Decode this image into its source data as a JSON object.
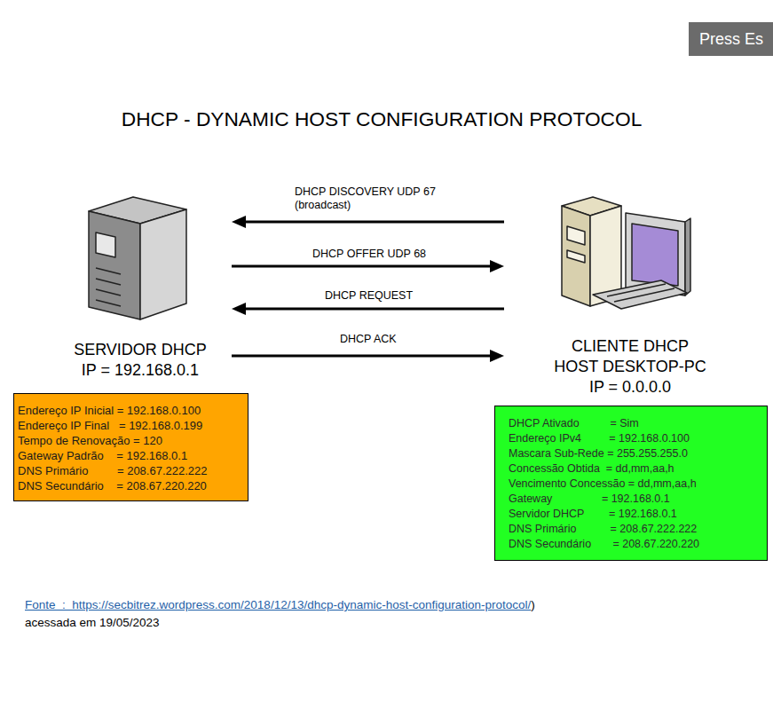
{
  "diagram": {
    "title": "DHCP - DYNAMIC HOST CONFIGURATION PROTOCOL",
    "nodes": [
      {
        "text": [
          "Press Es"
        ]
      },
      {
        "text": [
          "SERVIDOR DHCP",
          "IP = 192.168.0.1"
        ]
      },
      {
        "text": [
          "CLIENTE DHCP",
          "HOST DESKTOP-PC",
          "IP = 0.0.0.0"
        ]
      },
      {
        "text": [
          "Endereço IP Inicial = 192.168.0.100",
          "Endereço IP Final   = 192.168.0.199",
          "Tempo de Renovação = 120",
          "Gateway Padrão    = 192.168.0.1",
          "DNS Primário         = 208.67.222.222",
          "DNS Secundário    = 208.67.220.220"
        ]
      },
      {
        "text": [
          "DHCP Ativado          = Sim",
          "Endereço IPv4         = 192.168.0.100",
          "Mascara Sub-Rede = 255.255.255.0",
          "Concessão Obtida  = dd,mm,aa,h",
          "Vencimento Concessão = dd,mm,aa,h",
          "Gateway                = 192.168.0.1",
          "Servidor DHCP        = 192.168.0.1",
          "DNS Primário           = 208.67.222.222",
          "DNS Secundário       = 208.67.220.220"
        ]
      }
    ],
    "edges": [
      {
        "from": 2,
        "to": 1,
        "arrow": "to",
        "label": "DHCP DISCOVERY UDP 67 (broadcast)"
      },
      {
        "from": 1,
        "to": 2,
        "arrow": "to",
        "label": "DHCP OFFER UDP 68"
      },
      {
        "from": 2,
        "to": 1,
        "arrow": "to",
        "label": "DHCP REQUEST"
      },
      {
        "from": 1,
        "to": 2,
        "arrow": "to",
        "label": "DHCP ACK"
      }
    ],
    "labels": [
      "Fonte  :  https://secbitrez.wordpress.com/2018/12/13/dhcp-dynamic-host-configuration-protocol/",
      ") acessada em 19/05/2023"
    ]
  }
}
